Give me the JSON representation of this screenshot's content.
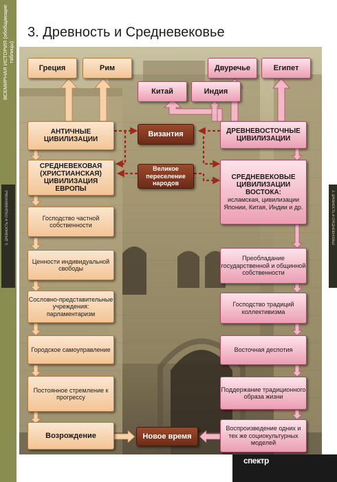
{
  "poster": {
    "title": "3. Древность и Средневековье",
    "side_label": "ВСЕМИРНАЯ ИСТОРИЯ (обобщающие таблицы)",
    "side_small_left": "3. ДРЕВНОСТЬ И СРЕДНЕВЕКОВЬЕ",
    "side_small_right": "3. ДРЕВНОСТЬ И СРЕДНЕВЕКОВЬЕ",
    "publisher": "спектр"
  },
  "colors": {
    "peach": "#f3c596",
    "pink": "#eb9fb3",
    "brown": "#7a3119",
    "arrow_peach": "#f7d2a8",
    "arrow_pink": "#f4b7c6",
    "dash": "#a0281a"
  },
  "top": {
    "greece": "Греция",
    "rome": "Рим",
    "mesopotamia": "Двуречье",
    "egypt": "Египет",
    "china": "Китай",
    "india": "Индия"
  },
  "left": {
    "antique": "АНТИЧНЫЕ ЦИВИЛИЗАЦИИ",
    "medieval": "СРЕДНЕВЕКОВАЯ (ХРИСТИАНСКАЯ) ЦИВИЛИЗАЦИЯ ЕВРОПЫ",
    "items": [
      "Господство частной собственности",
      "Ценности индивидуальной свободы",
      "Сословно-представительные учреждения: парламентаризм",
      "Городское самоуправление",
      "Постоянное стремление к прогрессу"
    ],
    "renaissance": "Возрождение"
  },
  "center": {
    "byzantium": "Византия",
    "migration": "Великое переселение народов",
    "modern": "Новое время"
  },
  "right": {
    "ancient_east": "ДРЕВНЕВОСТОЧНЫЕ ЦИВИЛИЗАЦИИ",
    "medieval_east_title": "СРЕДНЕВЕКОВЫЕ ЦИВИЛИЗАЦИИ ВОСТОКА:",
    "medieval_east_sub": "исламская, цивилизации Японии, Китая, Индии и др.",
    "items": [
      "Преобладание государственной и общинной собственности",
      "Господство традиций коллективизма",
      "Восточная деспотия",
      "Поддержание традиционного образа жизни",
      "Воспроизведение одних и тех же социокультурных моделей"
    ]
  }
}
